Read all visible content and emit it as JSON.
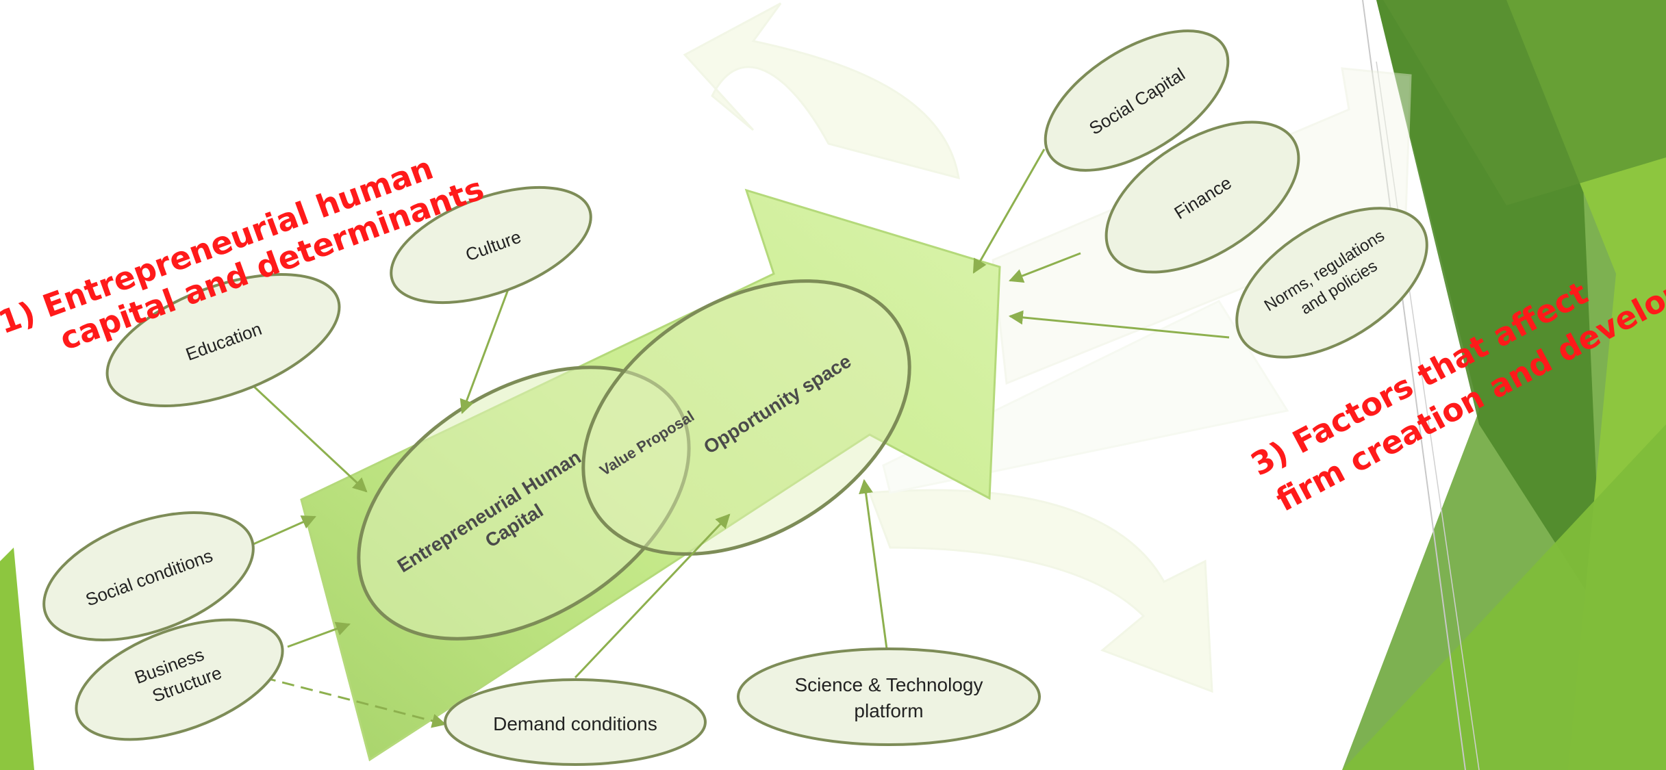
{
  "headings": {
    "left_line1": "1)  Entrepreneurial human",
    "left_line2": "capital and determinants",
    "right_line1": "3) Factors that affect",
    "right_line2": "firm creation and development"
  },
  "center": {
    "human_capital_line1": "Entrepreneurial Human",
    "human_capital_line2": "Capital",
    "value_proposal": "Value Proposal",
    "opportunity_space": "Opportunity space"
  },
  "factors": {
    "culture": "Culture",
    "education": "Education",
    "social_conditions": "Social conditions",
    "business_structure_line1": "Business",
    "business_structure_line2": "Structure",
    "demand_conditions": "Demand conditions",
    "science_tech_line1": "Science & Technology",
    "science_tech_line2": "platform",
    "social_capital": "Social Capital",
    "finance": "Finance",
    "norms_line1": "Norms, regulations",
    "norms_line2": "and policies"
  },
  "colors": {
    "heading_red": "#ff1a1a",
    "arrow_green": "#c6e98a",
    "oval_border": "#7d8c57",
    "oval_fill": "#eef3e2",
    "connector_green": "#8db04e",
    "dark_green": "#4f8a2a",
    "bright_green": "#8dc63f"
  }
}
